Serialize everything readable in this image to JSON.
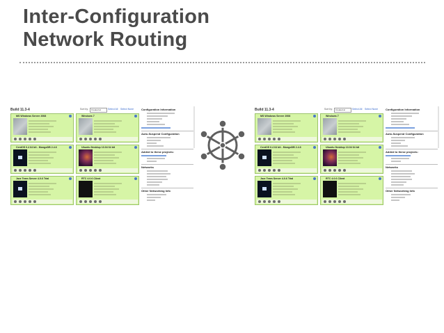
{
  "slide": {
    "title_line1": "Inter-Configuration",
    "title_line2": "Network Routing"
  },
  "screenshots": {
    "build_label": "Build 11.3-4",
    "sort_label": "Sort by:",
    "sort_value": "Created at",
    "select_all": "Select All",
    "select_none": "Select None",
    "info_title": "Configuration Information",
    "auto_suspend_title": "Auto-Suspend Configuration",
    "added_title": "Added to these projects:",
    "networks_title": "Networks",
    "other_networking_title": "Other Networking Info",
    "vms": [
      {
        "name": "MS Windows Server 2008"
      },
      {
        "name": "Windows 7"
      },
      {
        "name": "CentOS 6.4 64 bit - MongoDB 2.4.6"
      },
      {
        "name": "Ubuntu Desktop 13.04 64 bit"
      },
      {
        "name": "Jazz Team Server 4.0.6 Trial"
      },
      {
        "name": "RTC 4.0.6 Client"
      }
    ]
  },
  "icons": {
    "hub": "network-hub-icon"
  },
  "colors": {
    "title": "#4a4a4a",
    "card_bg": "#d6f5a6",
    "card_border": "#9cc46a",
    "link": "#3366cc",
    "hub": "#5f5f5f"
  }
}
